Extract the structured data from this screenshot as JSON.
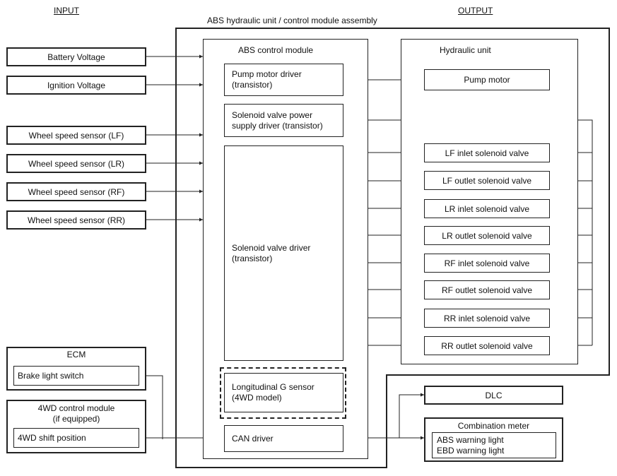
{
  "headers": {
    "input": "INPUT",
    "output": "OUTPUT"
  },
  "assembly": {
    "title": "ABS hydraulic unit  / control module assembly"
  },
  "control_module": {
    "title": "ABS control module",
    "pump_driver": "Pump motor driver\n(transistor)",
    "solenoid_power_driver": "Solenoid valve power\nsupply driver (transistor)",
    "solenoid_driver": "Solenoid valve driver\n(transistor)",
    "g_sensor": "Longitudinal G sensor\n(4WD model)",
    "can_driver": "CAN driver"
  },
  "hydraulic_unit": {
    "title": "Hydraulic unit",
    "pump_motor": "Pump motor",
    "valves": [
      "LF inlet solenoid valve",
      "LF outlet solenoid valve",
      "LR inlet solenoid valve",
      "LR outlet solenoid valve",
      "RF inlet solenoid valve",
      "RF outlet solenoid valve",
      "RR inlet solenoid valve",
      "RR outlet solenoid valve"
    ]
  },
  "inputs": [
    "Battery Voltage",
    "Ignition Voltage",
    "Wheel speed sensor (LF)",
    "Wheel speed sensor (LR)",
    "Wheel speed sensor (RF)",
    "Wheel speed sensor (RR)"
  ],
  "ecm": {
    "title": "ECM",
    "item": "Brake light switch"
  },
  "fwd_module": {
    "title": "4WD control module\n(if equipped)",
    "item": "4WD shift position"
  },
  "dlc": "DLC",
  "combination_meter": {
    "title": "Combination meter",
    "items": "ABS warning light\nEBD warning light"
  }
}
